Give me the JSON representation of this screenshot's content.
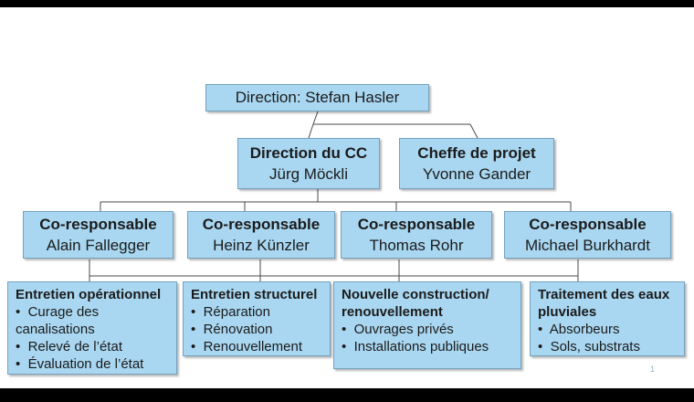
{
  "page": {
    "number": "1"
  },
  "bullet_char": "•",
  "colors": {
    "box_fill": "#A9D7F1",
    "box_border": "#74A2BE",
    "connector": "#4a4a4a",
    "text": "#1b1b1b",
    "page_number": "#93AFC4",
    "letterbox": "#000000",
    "background": "#FFFFFF"
  },
  "org": {
    "director": {
      "label": "Direction: Stefan Hasler"
    },
    "level2": [
      {
        "title": "Direction du CC",
        "name": "Jürg Möckli"
      },
      {
        "title": "Cheffe de projet",
        "name": "Yvonne Gander"
      }
    ],
    "level3": [
      {
        "title": "Co-responsable",
        "name": "Alain Fallegger"
      },
      {
        "title": "Co-responsable",
        "name": "Heinz Künzler"
      },
      {
        "title": "Co-responsable",
        "name": "Thomas Rohr"
      },
      {
        "title": "Co-responsable",
        "name": "Michael Burkhardt"
      }
    ],
    "level4": [
      {
        "title": "Entretien opérationnel",
        "bullets": [
          "Curage des canalisations",
          "Relevé de l’état",
          "Évaluation de l’état"
        ]
      },
      {
        "title": "Entretien structurel",
        "bullets": [
          "Réparation",
          "Rénovation",
          "Renouvellement"
        ]
      },
      {
        "title": "Nouvelle construction/\nrenouvellement",
        "bullets": [
          "Ouvrages privés",
          "Installations publiques"
        ]
      },
      {
        "title": "Traitement des eaux\npluviales",
        "bullets": [
          "Absorbeurs",
          "Sols, substrats"
        ]
      }
    ]
  }
}
